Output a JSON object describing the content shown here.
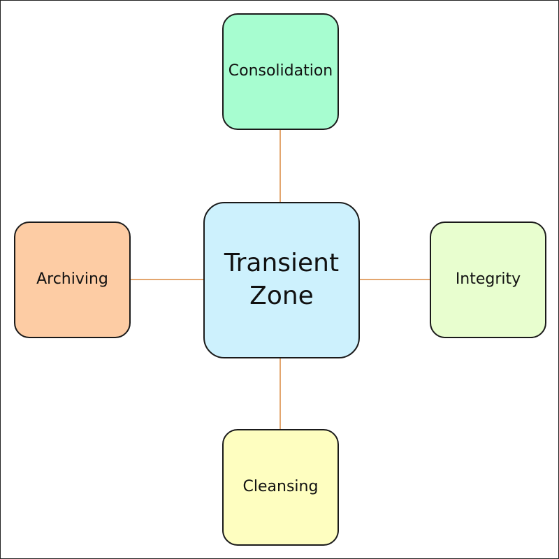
{
  "center": {
    "line1": "Transient",
    "line2": "Zone",
    "color": "#cdf1fd"
  },
  "nodes": {
    "top": {
      "label": "Consolidation",
      "color": "#a7fdd0"
    },
    "left": {
      "label": "Archiving",
      "color": "#fdcca4"
    },
    "right": {
      "label": "Integrity",
      "color": "#e8fecf"
    },
    "bottom": {
      "label": "Cleansing",
      "color": "#fefec0"
    }
  },
  "connector_color": "#e3a66f"
}
